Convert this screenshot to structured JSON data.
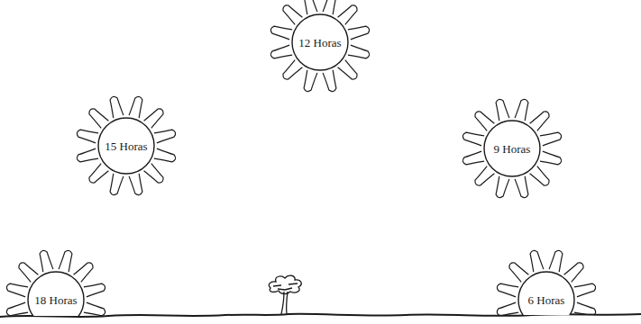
{
  "diagram": {
    "nodes": [
      {
        "text": [
          "12 Horas"
        ]
      },
      {
        "text": [
          "15 Horas"
        ]
      },
      {
        "text": [
          "9 Horas"
        ]
      },
      {
        "text": [
          "18 Horas"
        ]
      },
      {
        "text": [
          "6 Horas"
        ]
      }
    ]
  }
}
